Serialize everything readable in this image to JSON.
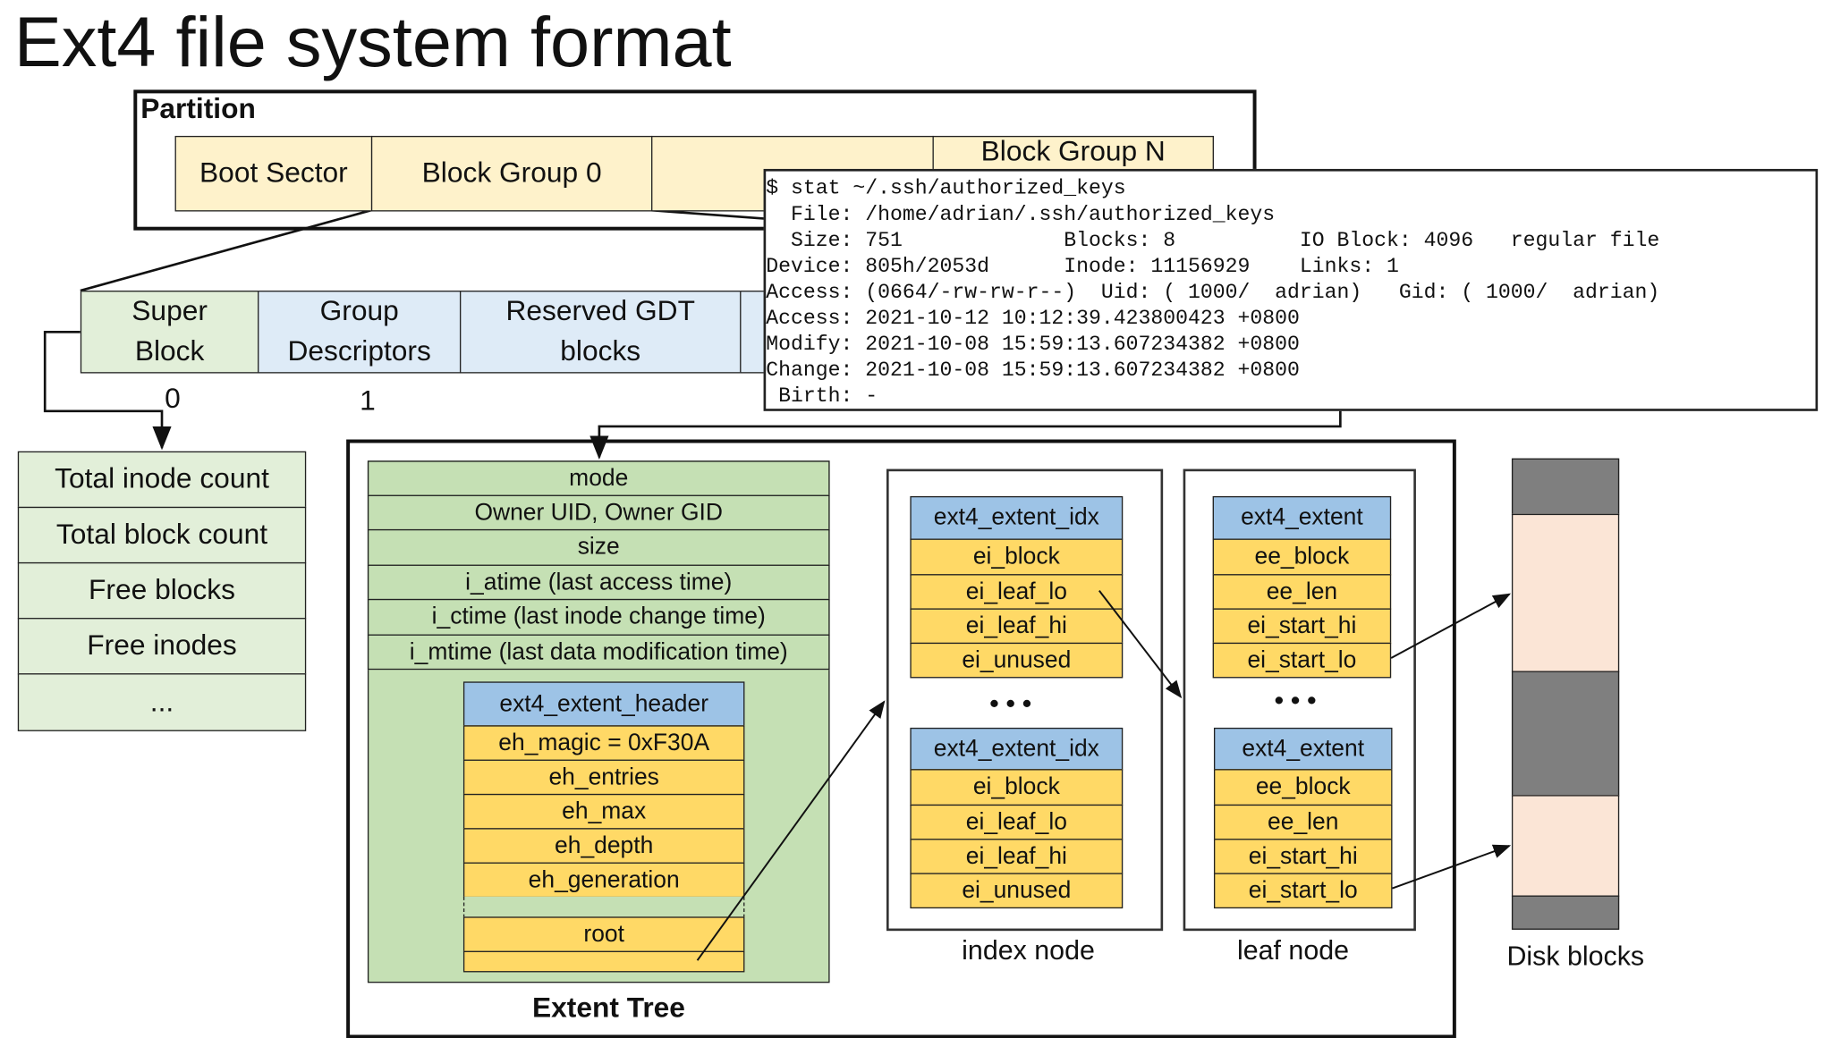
{
  "title": "Ext4 file system format",
  "partition": {
    "label": "Partition",
    "segments": [
      "Boot Sector",
      "Block Group 0",
      "",
      "Block Group N"
    ]
  },
  "block_group": {
    "segments": [
      {
        "line1": "Super",
        "line2": "Block"
      },
      {
        "line1": "Group",
        "line2": "Descriptors"
      },
      {
        "line1": "Reserved GDT",
        "line2": "blocks"
      }
    ],
    "indices": [
      "0",
      "1"
    ]
  },
  "superblock_fields": [
    "Total inode count",
    "Total block count",
    "Free blocks",
    "Free inodes",
    "..."
  ],
  "stat_output": [
    "$ stat ~/.ssh/authorized_keys",
    "  File: /home/adrian/.ssh/authorized_keys",
    "  Size: 751             Blocks: 8          IO Block: 4096   regular file",
    "Device: 805h/2053d      Inode: 11156929    Links: 1",
    "Access: (0664/-rw-rw-r--)  Uid: ( 1000/  adrian)   Gid: ( 1000/  adrian)",
    "Access: 2021-10-12 10:12:39.423800423 +0800",
    "Modify: 2021-10-08 15:59:13.607234382 +0800",
    "Change: 2021-10-08 15:59:13.607234382 +0800",
    " Birth: -"
  ],
  "inode_fields": [
    "mode",
    "Owner UID, Owner GID",
    "size",
    "i_atime (last access time)",
    "i_ctime (last inode change time)",
    "i_mtime (last data modification time)"
  ],
  "extent_header": {
    "title": "ext4_extent_header",
    "fields": [
      "eh_magic = 0xF30A",
      "eh_entries",
      "eh_max",
      "eh_depth",
      "eh_generation"
    ],
    "root": "root"
  },
  "extent_tree_label": "Extent Tree",
  "index_node": {
    "label": "index node",
    "title": "ext4_extent_idx",
    "fields": [
      "ei_block",
      "ei_leaf_lo",
      "ei_leaf_hi",
      "ei_unused"
    ],
    "ellipsis": "• • •"
  },
  "leaf_node": {
    "label": "leaf node",
    "title": "ext4_extent",
    "fields": [
      "ee_block",
      "ee_len",
      "ei_start_hi",
      "ei_start_lo"
    ],
    "ellipsis": "• • •"
  },
  "disk_blocks": {
    "label": "Disk blocks",
    "used_color": "#7f7f7f",
    "data_color": "#fbe5d6"
  }
}
